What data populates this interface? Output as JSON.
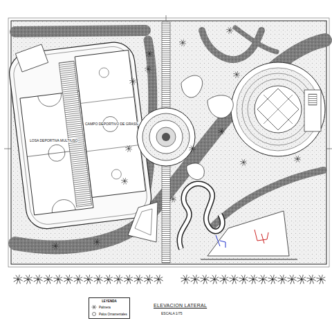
{
  "diagram": {
    "title": "ELEVACION LATERAL",
    "labels": [
      "ESCALA 1/75",
      "LOSA DEPORTIVA MULTIUSO",
      "CAMPO DEPORTIVO DE GRASS",
      "LEYENDA"
    ],
    "legend": [
      {
        "text": "Palmera"
      },
      {
        "text": "Palos Ornamentales"
      }
    ]
  }
}
